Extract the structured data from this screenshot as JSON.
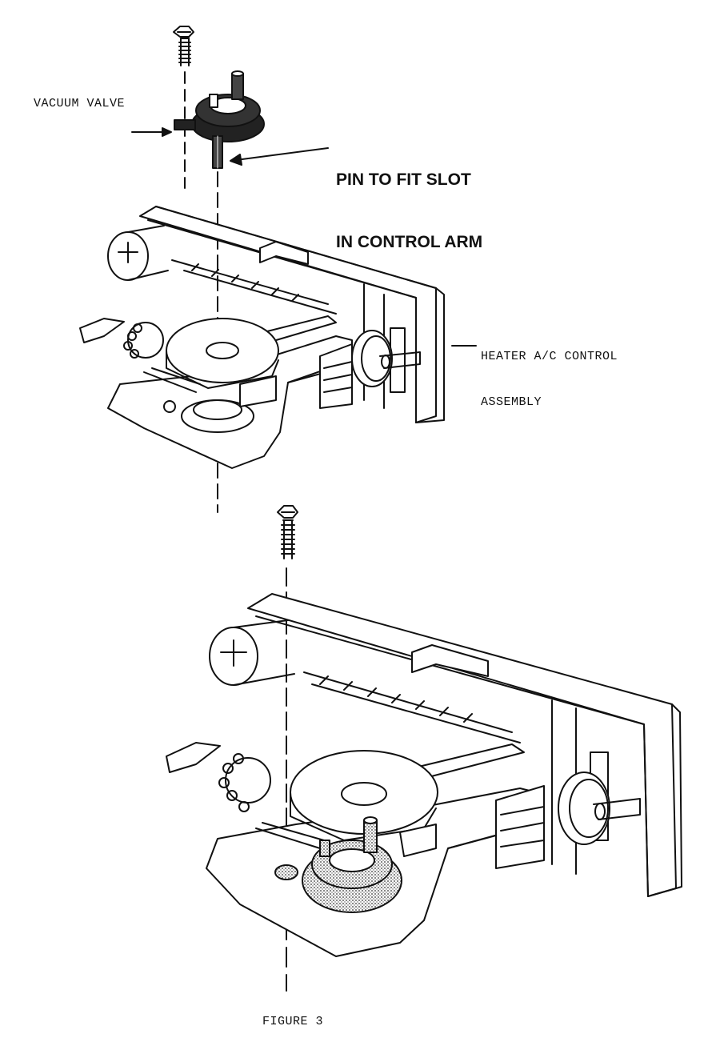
{
  "labels": {
    "vacuum_valve": "VACUUM VALVE",
    "pin_callout_line1": "PIN TO FIT SLOT",
    "pin_callout_line2": "IN CONTROL ARM",
    "heater_line1": "HEATER A/C CONTROL",
    "heater_line2": "ASSEMBLY",
    "figure_caption": "FIGURE 3"
  },
  "colors": {
    "ink": "#111111",
    "paper": "#ffffff",
    "stipple": "#555555"
  }
}
